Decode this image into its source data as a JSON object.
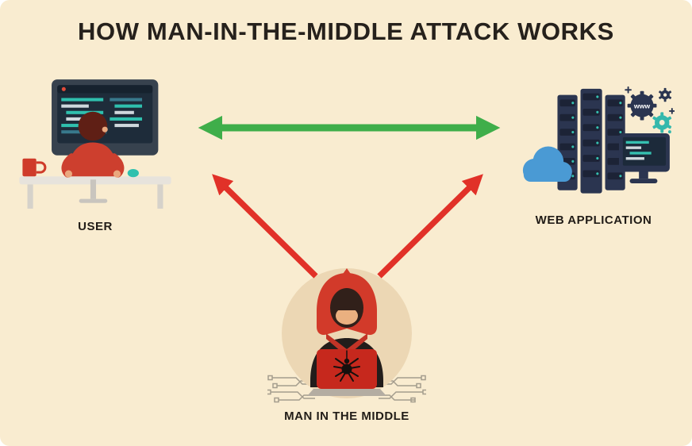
{
  "title": "HOW MAN-IN-THE-MIDDLE ATTACK WORKS",
  "nodes": {
    "user": {
      "label": "USER"
    },
    "web_application": {
      "label": "WEB APPLICATION",
      "gear_text": "www"
    },
    "man_in_the_middle": {
      "label": "MAN IN THE MIDDLE"
    }
  },
  "arrows": {
    "user_to_webapp": {
      "style": "double-headed",
      "color": "#3fae4a",
      "from": "user",
      "to": "web_application"
    },
    "mitm_to_user": {
      "style": "single-headed",
      "color": "#e13128",
      "from": "man_in_the_middle",
      "to": "user"
    },
    "mitm_to_webapp": {
      "style": "single-headed",
      "color": "#e13128",
      "from": "man_in_the_middle",
      "to": "web_application"
    }
  },
  "colors": {
    "background": "#f9ecd0",
    "title_text": "#26211c",
    "label_text": "#211c17",
    "green_arrow": "#3fae4a",
    "red_arrow": "#e13128",
    "hacker_circle": "#ecd7b4",
    "server_navy": "#2b3550",
    "accent_teal": "#35c0b0",
    "cloud_blue": "#4a9ad4",
    "hood_red": "#d23a2a",
    "laptop_red": "#c6281d",
    "shirt_red": "#cd3f2e"
  }
}
